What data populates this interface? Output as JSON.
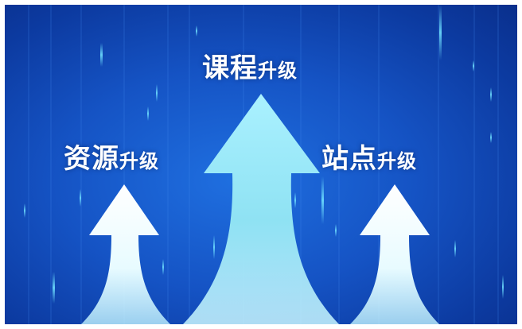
{
  "labels": {
    "course": {
      "main": "课程",
      "suffix": "升级"
    },
    "resource": {
      "main": "资源",
      "suffix": "升级"
    },
    "site": {
      "main": "站点",
      "suffix": "升级"
    }
  },
  "colors": {
    "background_light": "#1f6fe0",
    "background_dark": "#0a2f8c",
    "center_arrow": "#8fe6f5",
    "side_arrow": "#ffffff",
    "streak": "#5fd4ff"
  },
  "icons": [
    "up-arrow-icon",
    "up-arrow-icon",
    "up-arrow-icon"
  ]
}
